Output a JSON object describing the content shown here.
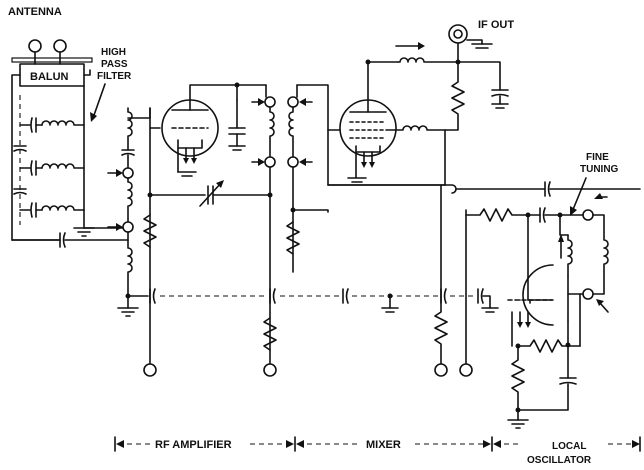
{
  "labels": {
    "antenna": "ANTENNA",
    "balun": "BALUN",
    "high_pass_filter_line1": "HIGH",
    "high_pass_filter_line2": "PASS",
    "high_pass_filter_line3": "FILTER",
    "if_out": "IF OUT",
    "fine_tuning": "FINE",
    "fine_tuning_line2": "TUNING"
  },
  "sections": {
    "rf_amplifier": "RF AMPLIFIER",
    "mixer": "MIXER",
    "local_oscillator_line1": "LOCAL",
    "local_oscillator_line2": "OSCILLATOR"
  },
  "colors": {
    "ink": "#111111",
    "paper": "#ffffff"
  }
}
